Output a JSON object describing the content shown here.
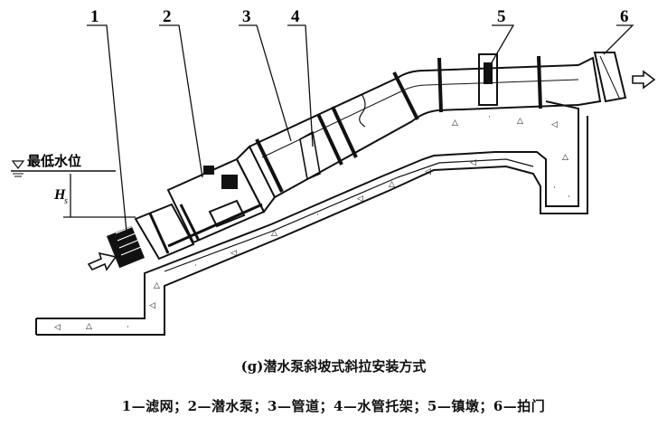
{
  "callouts": [
    "1",
    "2",
    "3",
    "4",
    "5",
    "6"
  ],
  "water_level_label": "最低水位",
  "depth_label": "H",
  "depth_subscript": "s",
  "caption": "(g)潜水泵斜坡式斜拉安装方式",
  "legend": "1—滤网；2—潜水泵；3—管道；4—水管托架；5—镇墩；6—拍门"
}
